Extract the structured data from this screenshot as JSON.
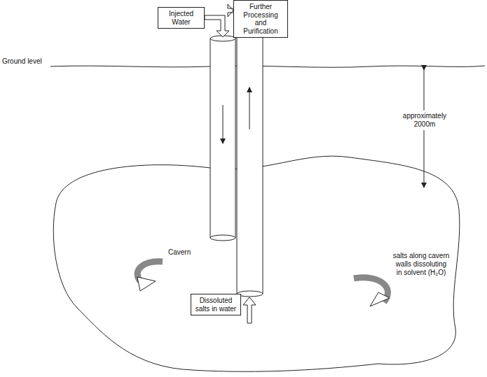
{
  "diagram": {
    "nodes": [
      {
        "text": [
          "Injected Water"
        ]
      },
      {
        "text": [
          "Further Processing and Purification"
        ]
      },
      {
        "text": [
          "Dissoluted salts in water"
        ]
      }
    ],
    "labels": [
      "Ground level",
      "approximately 2000m",
      "Cavern",
      "salts along cavern walls dissoluting in solvent (H₂O)"
    ]
  }
}
